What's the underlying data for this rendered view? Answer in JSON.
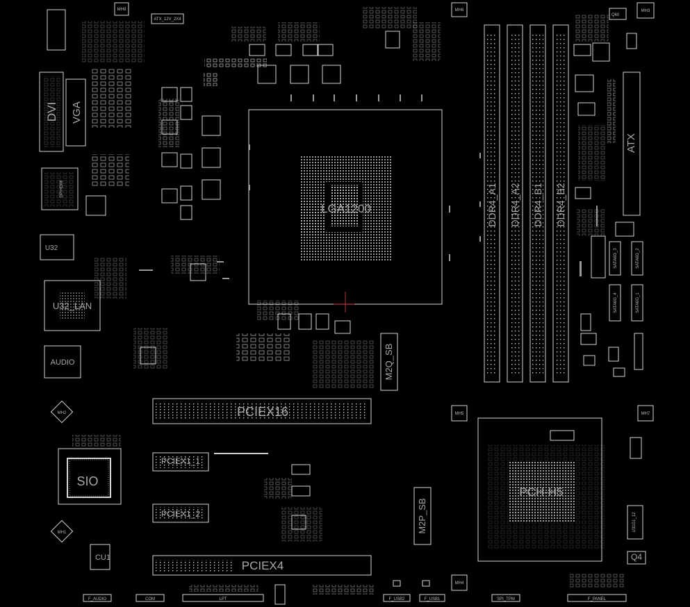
{
  "board": {
    "cpu_socket": "LGA1200",
    "chipset": "PCH-H5",
    "super_io": "SIO",
    "lan": "U32_LAN",
    "audio": "AUDIO",
    "u32": "U32",
    "dp_hdmi": "DP/HDMI",
    "dvi": "DVI",
    "vga": "VGA",
    "atx": "ATX",
    "cu1": "CU1",
    "q4": "Q4",
    "q60": "Q60"
  },
  "memory_slots": [
    "DDR4_A1",
    "DDR4_A2",
    "DDR4_B1",
    "DDR4_B2"
  ],
  "expansion_slots": {
    "pciex16": "PCIEX16",
    "pciex4": "PCIEX4",
    "pciex1_1": "PCIEX1_1",
    "pciex1_2": "PCIEX1_2",
    "m2q": "M2Q_SB",
    "m2p": "M2P_SB"
  },
  "headers": {
    "f_audio": "F_AUDIO",
    "com": "COM",
    "lpt": "LPT",
    "f_usb2": "F_USB2",
    "f_usb1": "F_USB1",
    "spi_tpm": "SPI_TPM",
    "f_panel": "F_PANEL",
    "atx12v": "ATX_12V_2X4",
    "sata1": "SATA6G_1",
    "sata2": "SATA6G_2",
    "sata3": "SATA6G_3",
    "sata4": "SATA6G_4",
    "usb3": "U31G1_12"
  },
  "mounting_holes": [
    "MH1",
    "MH2",
    "MH3",
    "MH4",
    "MH5",
    "MH6",
    "MH7",
    "MH8"
  ]
}
